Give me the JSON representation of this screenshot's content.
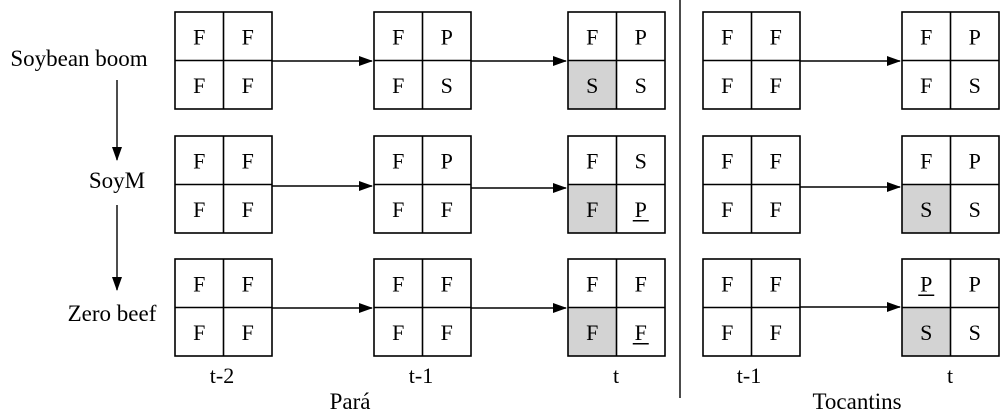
{
  "colors": {
    "stroke": "#000000",
    "highlight": "#d3d3d3",
    "background": "#ffffff"
  },
  "scenarios": [
    {
      "key": "soybean",
      "label": "Soybean boom"
    },
    {
      "key": "soym",
      "label": "SoyM"
    },
    {
      "key": "zerobeef",
      "label": "Zero beef"
    }
  ],
  "time_labels": {
    "para": [
      "t-2",
      "t-1",
      "t"
    ],
    "tocantins": [
      "t-1",
      "t"
    ]
  },
  "regions": {
    "para": "Pará",
    "tocantins": "Tocantins"
  },
  "grids": {
    "para": [
      [
        {
          "cells": [
            "F",
            "F",
            "F",
            "F"
          ],
          "highlight": [
            false,
            false,
            false,
            false
          ],
          "underline": [
            false,
            false,
            false,
            false
          ]
        },
        {
          "cells": [
            "F",
            "P",
            "F",
            "S"
          ],
          "highlight": [
            false,
            false,
            false,
            false
          ],
          "underline": [
            false,
            false,
            false,
            false
          ]
        },
        {
          "cells": [
            "F",
            "P",
            "S",
            "S"
          ],
          "highlight": [
            false,
            false,
            true,
            false
          ],
          "underline": [
            false,
            false,
            false,
            false
          ]
        }
      ],
      [
        {
          "cells": [
            "F",
            "F",
            "F",
            "F"
          ],
          "highlight": [
            false,
            false,
            false,
            false
          ],
          "underline": [
            false,
            false,
            false,
            false
          ]
        },
        {
          "cells": [
            "F",
            "P",
            "F",
            "F"
          ],
          "highlight": [
            false,
            false,
            false,
            false
          ],
          "underline": [
            false,
            false,
            false,
            false
          ]
        },
        {
          "cells": [
            "F",
            "S",
            "F",
            "P"
          ],
          "highlight": [
            false,
            false,
            true,
            false
          ],
          "underline": [
            false,
            false,
            false,
            true
          ]
        }
      ],
      [
        {
          "cells": [
            "F",
            "F",
            "F",
            "F"
          ],
          "highlight": [
            false,
            false,
            false,
            false
          ],
          "underline": [
            false,
            false,
            false,
            false
          ]
        },
        {
          "cells": [
            "F",
            "F",
            "F",
            "F"
          ],
          "highlight": [
            false,
            false,
            false,
            false
          ],
          "underline": [
            false,
            false,
            false,
            false
          ]
        },
        {
          "cells": [
            "F",
            "F",
            "F",
            "F"
          ],
          "highlight": [
            false,
            false,
            true,
            false
          ],
          "underline": [
            false,
            false,
            false,
            true
          ]
        }
      ]
    ],
    "tocantins": [
      [
        {
          "cells": [
            "F",
            "F",
            "F",
            "F"
          ],
          "highlight": [
            false,
            false,
            false,
            false
          ],
          "underline": [
            false,
            false,
            false,
            false
          ]
        },
        {
          "cells": [
            "F",
            "P",
            "F",
            "S"
          ],
          "highlight": [
            false,
            false,
            false,
            false
          ],
          "underline": [
            false,
            false,
            false,
            false
          ]
        }
      ],
      [
        {
          "cells": [
            "F",
            "F",
            "F",
            "F"
          ],
          "highlight": [
            false,
            false,
            false,
            false
          ],
          "underline": [
            false,
            false,
            false,
            false
          ]
        },
        {
          "cells": [
            "F",
            "P",
            "S",
            "S"
          ],
          "highlight": [
            false,
            false,
            true,
            false
          ],
          "underline": [
            false,
            false,
            false,
            false
          ]
        }
      ],
      [
        {
          "cells": [
            "F",
            "F",
            "F",
            "F"
          ],
          "highlight": [
            false,
            false,
            false,
            false
          ],
          "underline": [
            false,
            false,
            false,
            false
          ]
        },
        {
          "cells": [
            "P",
            "P",
            "S",
            "S"
          ],
          "highlight": [
            false,
            false,
            true,
            false
          ],
          "underline": [
            true,
            false,
            false,
            false
          ]
        }
      ]
    ]
  }
}
